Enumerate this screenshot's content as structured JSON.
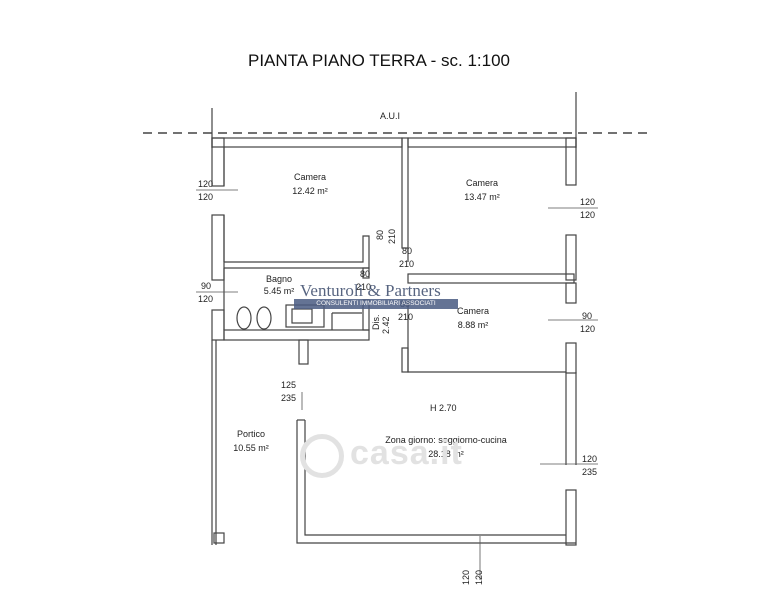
{
  "title": "PIANTA PIANO TERRA - sc. 1:100",
  "boundary_label": "A.U.I",
  "ceiling_height": "H 2.70",
  "rooms": [
    {
      "name": "Camera",
      "area": "12.42 m²"
    },
    {
      "name": "Camera",
      "area": "13.47 m²"
    },
    {
      "name": "Bagno",
      "area": "5.45 m²"
    },
    {
      "name": "Camera",
      "area": "8.88 m²"
    },
    {
      "name": "Portico",
      "area": "10.55 m²"
    },
    {
      "name": "Zona giorno: soggiorno-cucina",
      "area": "28.18 m²"
    }
  ],
  "disimpegno": {
    "name": "Dis.",
    "area": "2.42"
  },
  "dimensions": {
    "win_left_1": [
      "120",
      "120"
    ],
    "win_left_2": [
      "90",
      "120"
    ],
    "win_right_1": [
      "120",
      "120"
    ],
    "win_right_2": [
      "90",
      "120"
    ],
    "win_right_3": [
      "120",
      "235"
    ],
    "door_portico": [
      "125",
      "235"
    ],
    "win_bottom": [
      "120",
      "120"
    ],
    "door_camera1": [
      "80",
      "210"
    ],
    "door_camera2": [
      "80",
      "210"
    ],
    "door_bagno": [
      "80",
      "210"
    ],
    "door_camera3": [
      "80",
      "210"
    ]
  },
  "watermark": {
    "brand": "Venturoli & Partners",
    "sub": "CONSULENTI IMMOBILIARI ASSOCIATI",
    "casa": "casa.it"
  },
  "colors": {
    "wall": "#555555",
    "line": "#333333",
    "wm_blue": "#4a5b82"
  }
}
